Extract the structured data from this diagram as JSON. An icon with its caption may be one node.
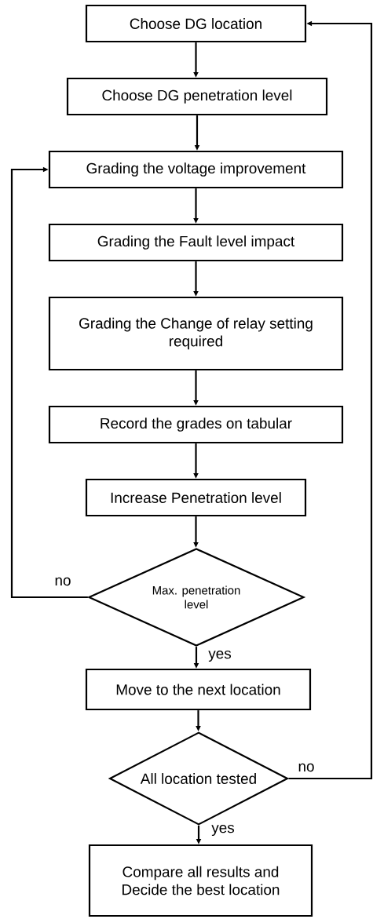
{
  "diagram": {
    "nodes": [
      {
        "text": [
          "Choose DG location"
        ]
      },
      {
        "text": [
          "Choose DG penetration level"
        ]
      },
      {
        "text": [
          "Grading the voltage improvement"
        ]
      },
      {
        "text": [
          "Grading the Fault level impact"
        ]
      },
      {
        "text": [
          "Grading the Change of relay setting required"
        ]
      },
      {
        "text": [
          "Record the grades on tabular"
        ]
      },
      {
        "text": [
          "Increase Penetration level"
        ]
      },
      {
        "text": [
          "Max. penetration level"
        ]
      },
      {
        "text": [
          "Move to the next location"
        ]
      },
      {
        "text": [
          "All location tested"
        ]
      },
      {
        "text": [
          "Compare all results and Decide the best location"
        ]
      }
    ],
    "edges": [
      {
        "from": 0,
        "to": 1,
        "arrow": "to"
      },
      {
        "from": 1,
        "to": 2,
        "arrow": "to"
      },
      {
        "from": 2,
        "to": 3,
        "arrow": "to"
      },
      {
        "from": 3,
        "to": 4,
        "arrow": "to"
      },
      {
        "from": 4,
        "to": 5,
        "arrow": "to"
      },
      {
        "from": 5,
        "to": 6,
        "arrow": "to"
      },
      {
        "from": 6,
        "to": 7,
        "arrow": "to"
      },
      {
        "from": 7,
        "to": 2,
        "arrow": "to",
        "label": "no"
      },
      {
        "from": 7,
        "to": 8,
        "arrow": "to",
        "label": "yes"
      },
      {
        "from": 8,
        "to": 9,
        "arrow": "to"
      },
      {
        "from": 9,
        "to": 0,
        "arrow": "to",
        "label": "no"
      },
      {
        "from": 9,
        "to": 10,
        "arrow": "to",
        "label": "yes"
      }
    ]
  }
}
